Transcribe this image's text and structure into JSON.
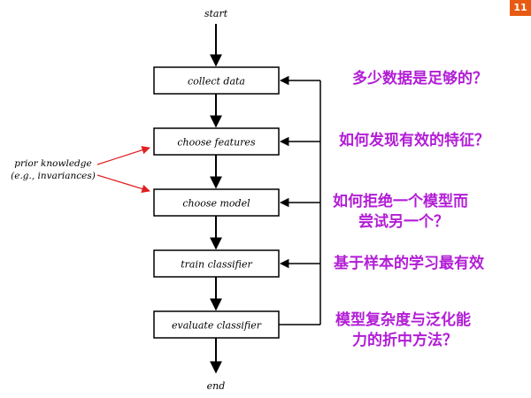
{
  "page_number": "11",
  "flow": {
    "start": "start",
    "end": "end",
    "steps": [
      {
        "label": "collect data"
      },
      {
        "label": "choose features"
      },
      {
        "label": "choose model"
      },
      {
        "label": "train classifier"
      },
      {
        "label": "evaluate classifier"
      }
    ]
  },
  "prior": {
    "line1": "prior knowledge",
    "line2": "(e.g., invariances)"
  },
  "questions": {
    "q1": "多少数据是足够的？",
    "q2": "如何发现有效的特征？",
    "q3_line1": "如何拒绝一个模型而",
    "q3_line2": "尝试另一个？",
    "q4": "基于样本的学习最有效",
    "q5_line1": "模型复杂度与泛化能",
    "q5_line2": "力的折中方法？"
  },
  "colors": {
    "question_text": "#b21dd6",
    "prior_arrow": "#e02020",
    "badge": "#e85a12",
    "line": "#000000"
  }
}
